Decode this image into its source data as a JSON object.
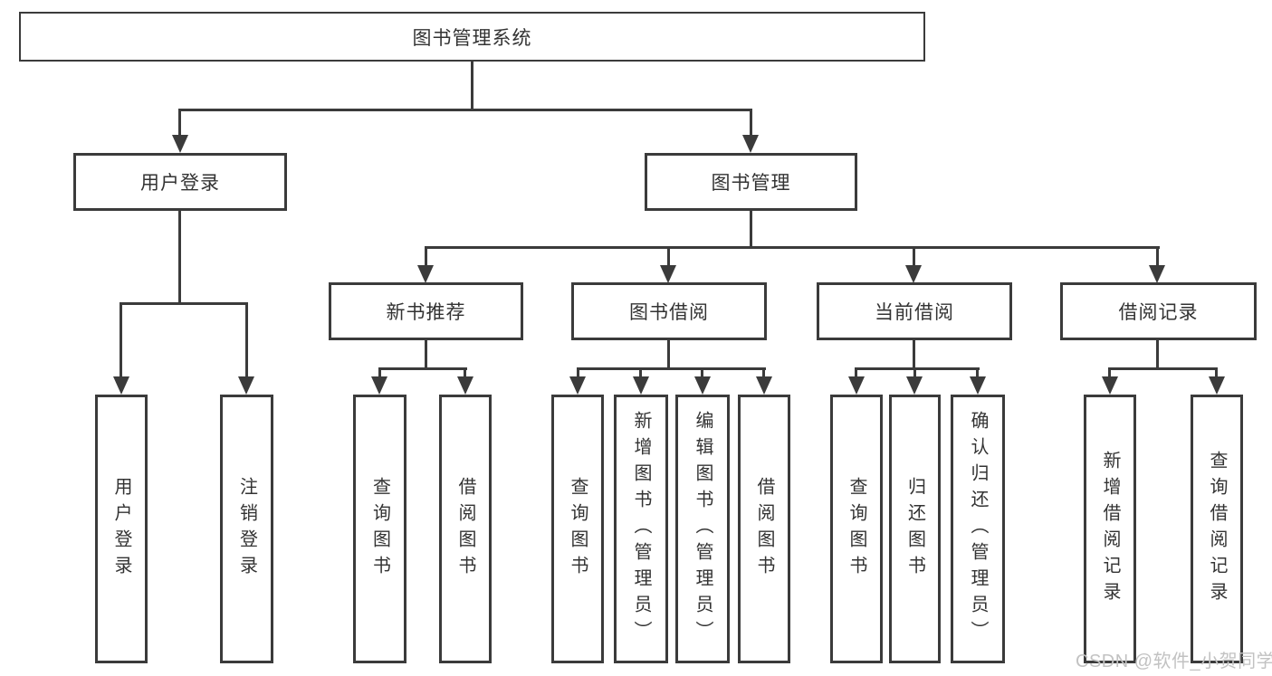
{
  "diagram": {
    "root": {
      "label": "图书管理系统"
    },
    "user_branch": {
      "label": "用户登录",
      "children": [
        {
          "label": "用户登录"
        },
        {
          "label": "注销登录"
        }
      ]
    },
    "mgmt_branch": {
      "label": "图书管理",
      "groups": [
        {
          "label": "新书推荐",
          "children": [
            {
              "label": "查询图书"
            },
            {
              "label": "借阅图书"
            }
          ]
        },
        {
          "label": "图书借阅",
          "children": [
            {
              "label": "查询图书"
            },
            {
              "label": "新增图书（管理员）"
            },
            {
              "label": "编辑图书（管理员）"
            },
            {
              "label": "借阅图书"
            }
          ]
        },
        {
          "label": "当前借阅",
          "children": [
            {
              "label": "查询图书"
            },
            {
              "label": "归还图书"
            },
            {
              "label": "确认归还（管理员）"
            }
          ]
        },
        {
          "label": "借阅记录",
          "children": [
            {
              "label": "新增借阅记录"
            },
            {
              "label": "查询借阅记录"
            }
          ]
        }
      ]
    }
  },
  "watermark": {
    "text": "CSDN @软件_小贺同学"
  },
  "colors": {
    "line": "#3b3b3b",
    "text": "#333333",
    "background": "#ffffff",
    "watermark": "#c2c2c2"
  }
}
